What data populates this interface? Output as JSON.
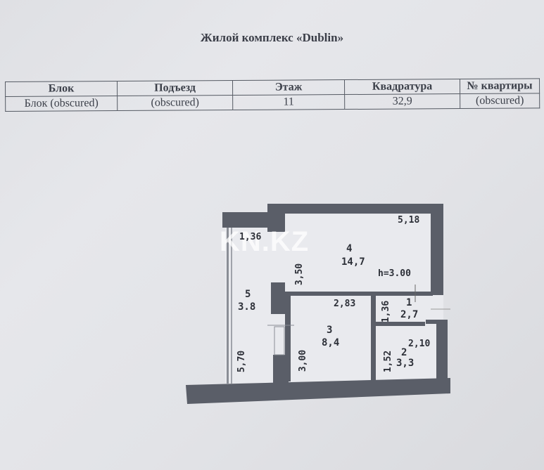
{
  "document": {
    "title": "Жилой комплекс «Dublin»"
  },
  "info_table": {
    "headers": [
      "Блок",
      "Подъезд",
      "Этаж",
      "Квадратура",
      "№ квартиры"
    ],
    "row": [
      "Блок (obscured)",
      "(obscured)",
      "11",
      "32,9",
      "(obscured)"
    ]
  },
  "floor_plan": {
    "watermark": "KN.KZ",
    "ceiling_height": "h=3.00",
    "rooms": [
      {
        "number": "1",
        "area": "2,7",
        "dims": [
          "1,36"
        ]
      },
      {
        "number": "2",
        "area": "3,3",
        "dims": [
          "2,10",
          "1,52"
        ]
      },
      {
        "number": "3",
        "area": "8,4",
        "dims": [
          "2,83",
          "3,00"
        ]
      },
      {
        "number": "4",
        "area": "14,7",
        "dims": [
          "5,18",
          "3,50"
        ]
      },
      {
        "number": "5",
        "area": "3.8",
        "dims": [
          "1,36",
          "5,70"
        ]
      }
    ],
    "colors": {
      "wall": "#5a5e68",
      "floor": "#e9eaee",
      "paper": "#e2e3e7"
    }
  }
}
